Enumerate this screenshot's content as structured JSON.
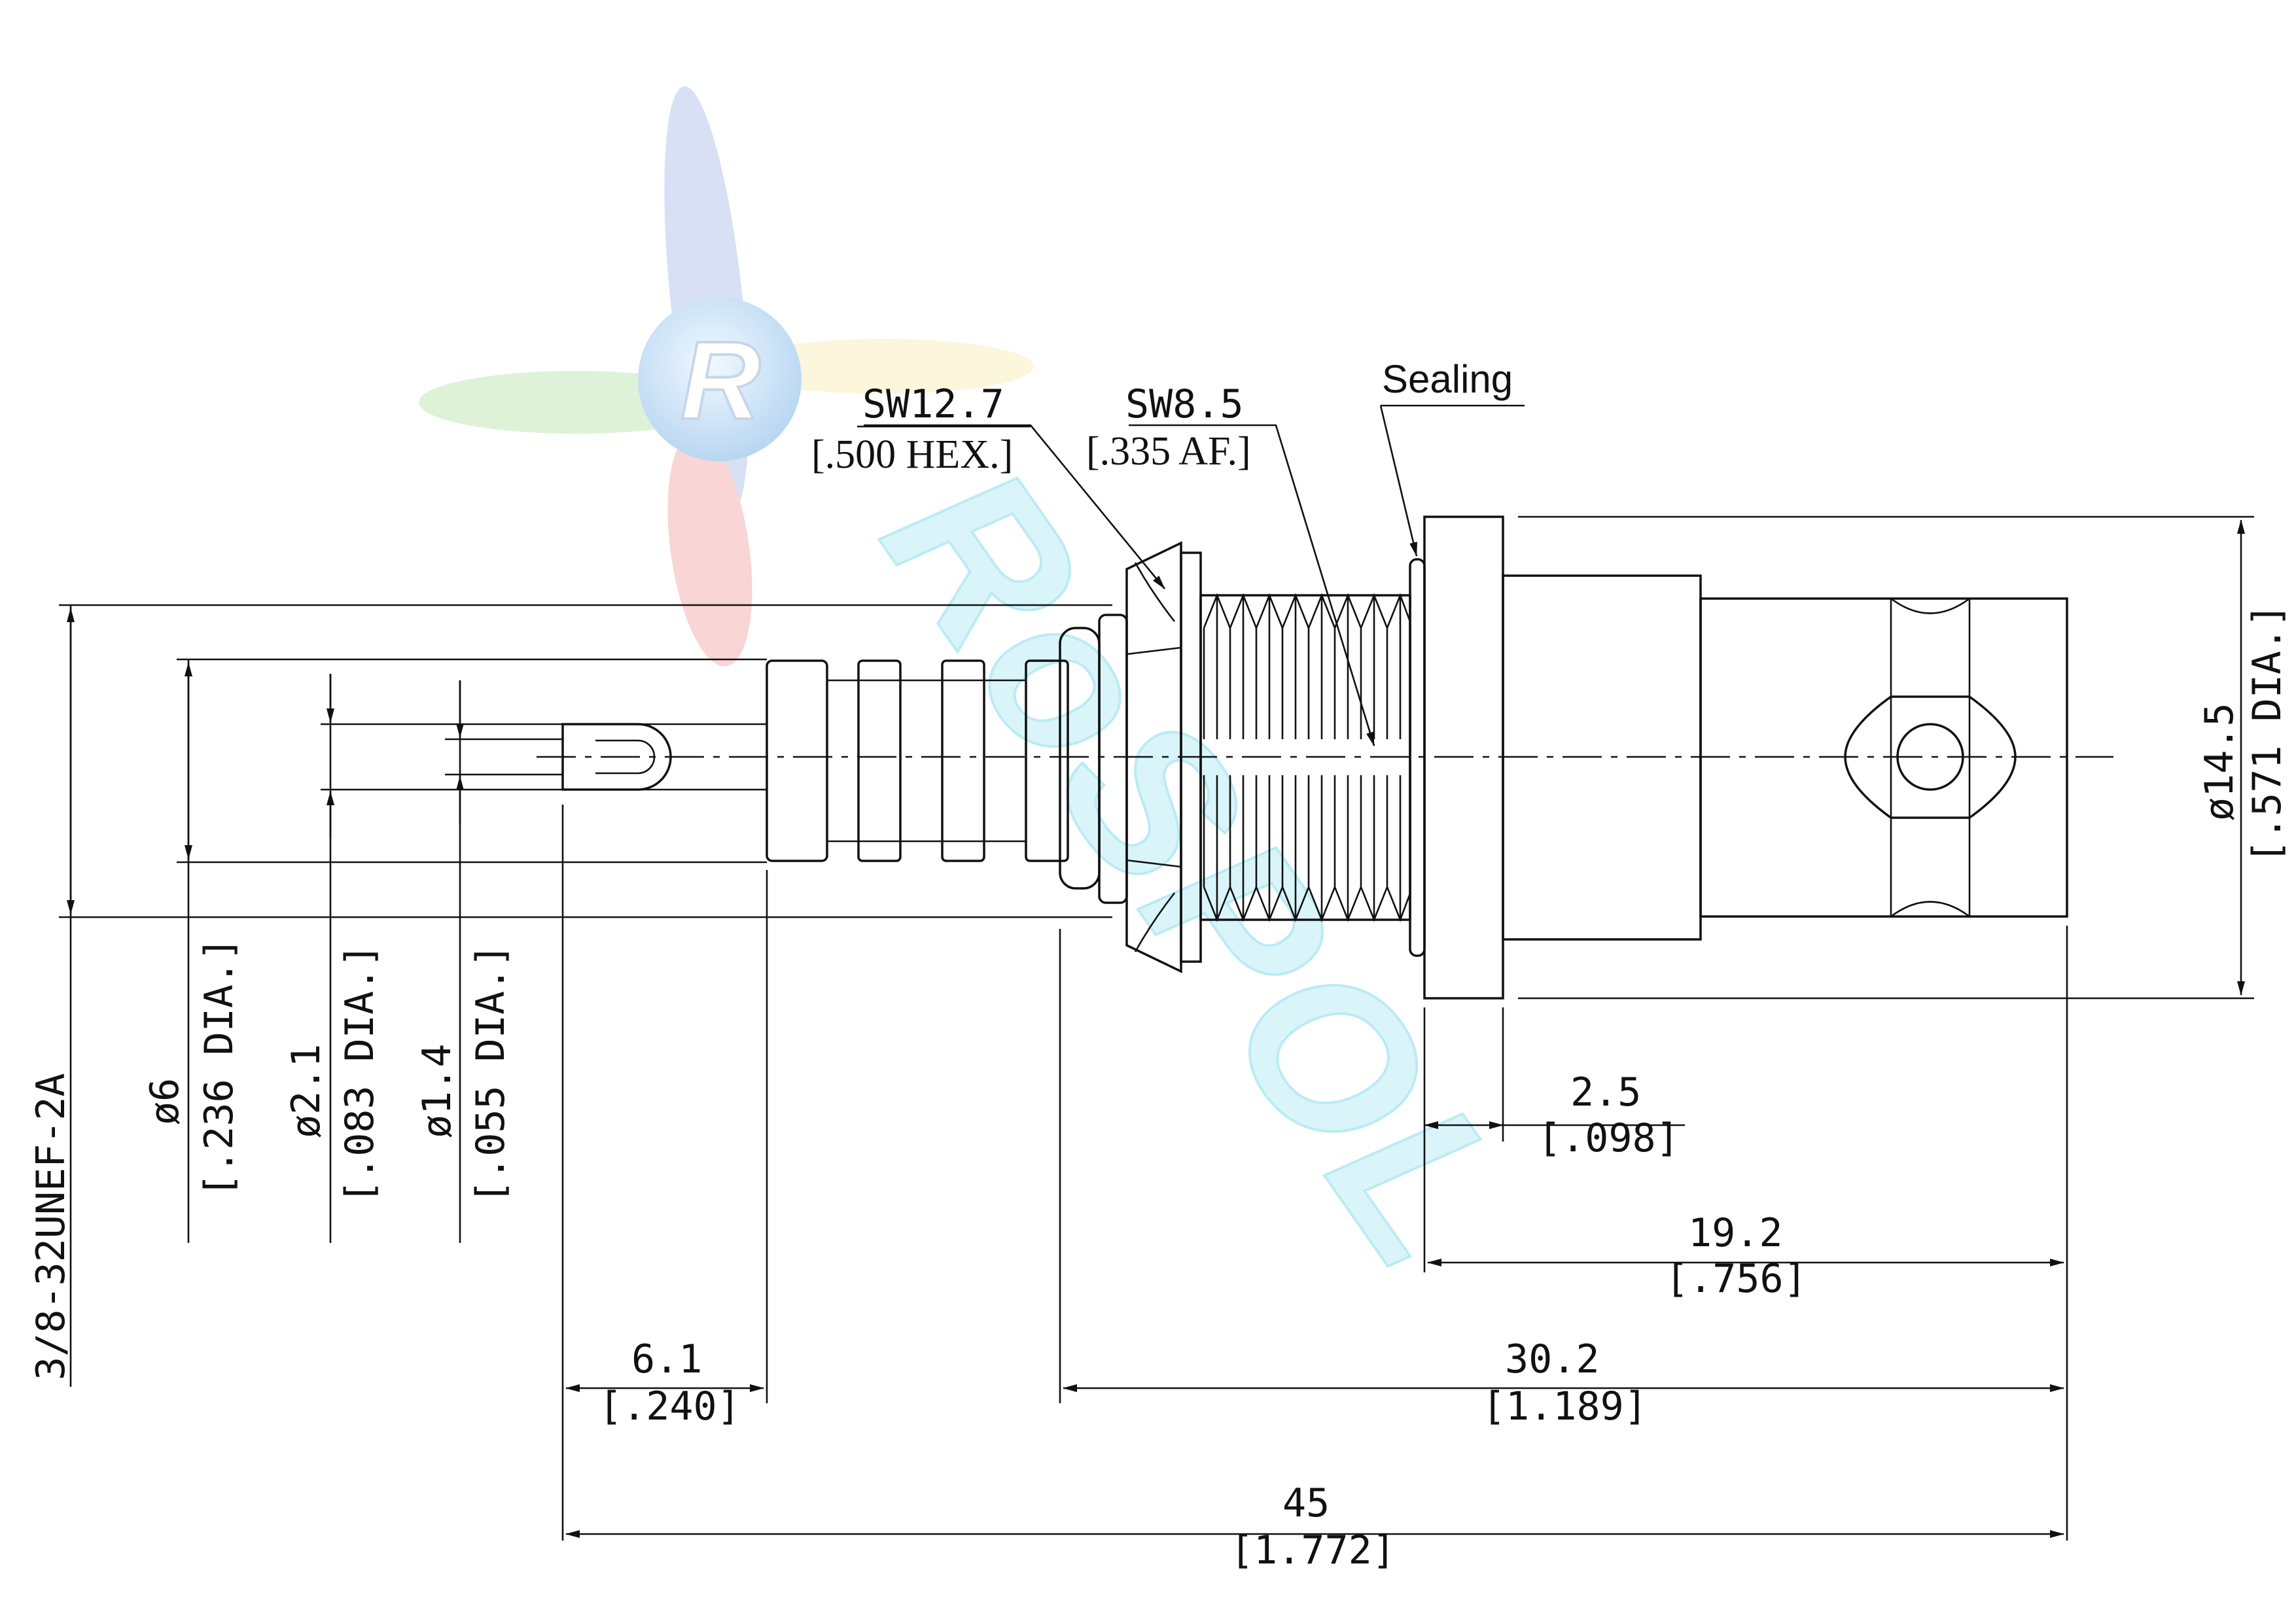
{
  "callouts": {
    "sw_nut": "SW12.7",
    "sw_nut_inch": "[.500 HEX.]",
    "sw_body": "SW8.5",
    "sw_body_inch": "[.335 AF.]",
    "sealing": "Sealing"
  },
  "dimensions": {
    "thread": "3/8-32UNEF-2A",
    "d6": "ø6",
    "d6_inch": "[.236 DIA.]",
    "d21": "ø2.1",
    "d21_inch": "[.083 DIA.]",
    "d14": "ø1.4",
    "d14_inch": "[.055 DIA.]",
    "d145": "ø14.5",
    "d145_inch": "[.571 DIA.]",
    "l25": "2.5",
    "l25_inch": "[.098]",
    "l192": "19.2",
    "l192_inch": "[.756]",
    "l61": "6.1",
    "l61_inch": "[.240]",
    "l302": "30.2",
    "l302_inch": "[1.189]",
    "l45": "45",
    "l45_inch": "[1.772]"
  },
  "watermark": {
    "logo_letter": "R",
    "text": "RoSPOL",
    "colors": [
      "#9fb4e6",
      "#f2a6a6",
      "#f3e9a8",
      "#a9d99b",
      "#8fe0ef"
    ]
  }
}
